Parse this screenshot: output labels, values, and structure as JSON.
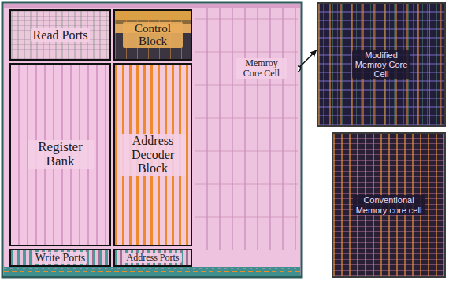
{
  "diagram": {
    "nodes": [
      {
        "text": [
          "Read Ports"
        ]
      },
      {
        "text": [
          "Control Block"
        ]
      },
      {
        "text": [
          "Register Bank"
        ]
      },
      {
        "text": [
          "Address Decoder Block"
        ]
      },
      {
        "text": [
          "Memroy Core Cell"
        ]
      },
      {
        "text": [
          "Write Ports"
        ]
      },
      {
        "text": [
          "Address Ports"
        ]
      },
      {
        "text": [
          "Modified Memroy Core Cell"
        ]
      },
      {
        "text": [
          "Conventional Memory core cell"
        ]
      }
    ],
    "edges": [
      {
        "from": 4,
        "to": 7,
        "arrow": "to"
      }
    ]
  }
}
